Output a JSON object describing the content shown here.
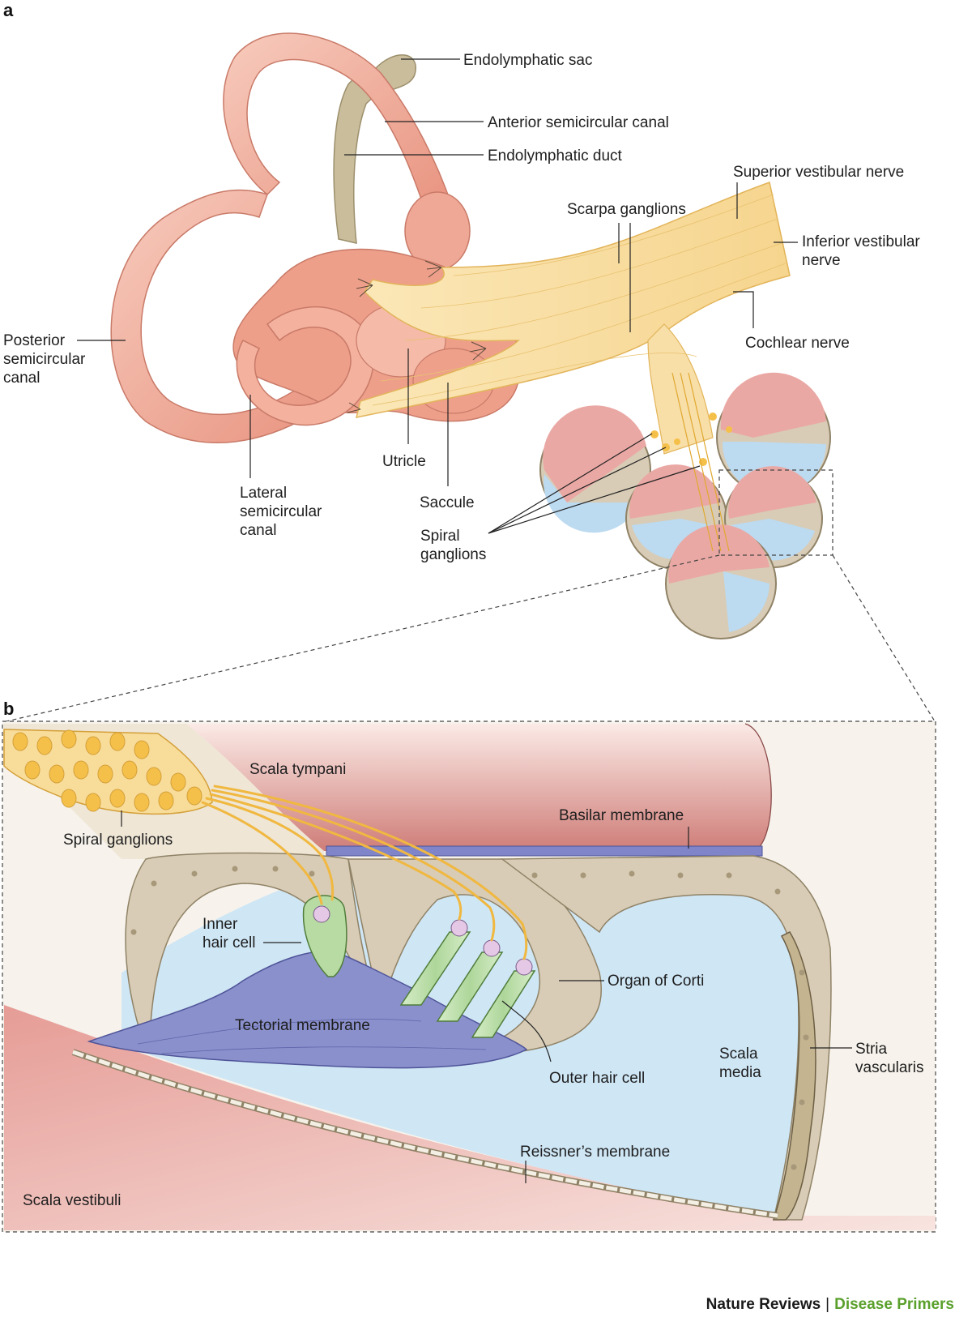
{
  "panels": {
    "a": "a",
    "b": "b"
  },
  "labels_a": {
    "endolymphatic_sac": "Endolymphatic sac",
    "anterior_canal": "Anterior semicircular canal",
    "endolymphatic_duct": "Endolymphatic duct",
    "superior_vestibular_nerve": "Superior vestibular nerve",
    "scarpa_ganglions": "Scarpa ganglions",
    "inferior_vestibular_nerve": [
      "Inferior vestibular",
      "nerve"
    ],
    "cochlear_nerve": "Cochlear nerve",
    "posterior_canal": [
      "Posterior",
      "semicircular",
      "canal"
    ],
    "utricle": "Utricle",
    "saccule": "Saccule",
    "lateral_canal": [
      "Lateral",
      "semicircular",
      "canal"
    ],
    "spiral_ganglions": [
      "Spiral",
      "ganglions"
    ]
  },
  "labels_b": {
    "scala_tympani": "Scala tympani",
    "basilar_membrane": "Basilar membrane",
    "spiral_ganglions": "Spiral ganglions",
    "inner_hair_cell": [
      "Inner",
      "hair cell"
    ],
    "organ_of_corti": "Organ of Corti",
    "tectorial_membrane": "Tectorial membrane",
    "scala_media": [
      "Scala",
      "media"
    ],
    "stria_vascularis": [
      "Stria",
      "vascularis"
    ],
    "outer_hair_cell": "Outer hair cell",
    "reissners_membrane": "Reissner’s membrane",
    "scala_vestibuli": "Scala vestibuli"
  },
  "footer": {
    "journal": "Nature Reviews",
    "separator": "|",
    "series": "Disease Primers"
  },
  "colors": {
    "canal": "#eea390",
    "canal_light": "#f6c3b4",
    "nerve": "#f8dc9a",
    "fluid": "#cfe6f5",
    "bone": "#d8ccb6",
    "red": "#d98c84",
    "tectorial": "#8a90cc",
    "hair_cell": "#b8dba4",
    "fiber": "#f0b840"
  }
}
